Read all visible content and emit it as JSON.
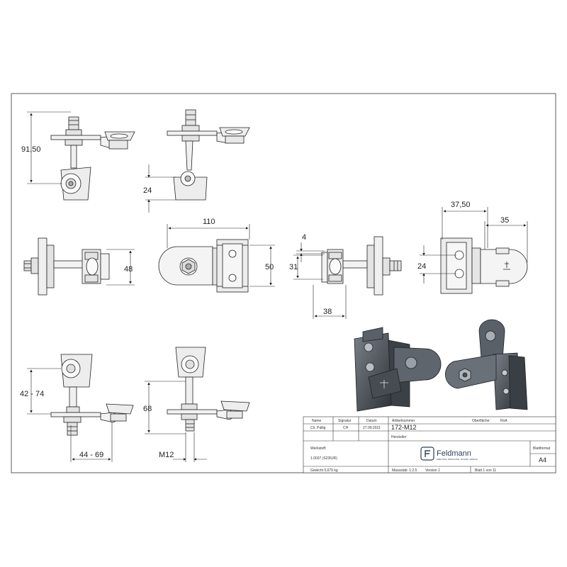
{
  "dimensions": {
    "d_91_50": "91,50",
    "d_24_top": "24",
    "d_110": "110",
    "d_48": "48",
    "d_50": "50",
    "d_4": "4",
    "d_31": "31",
    "d_38": "38",
    "d_37_50": "37,50",
    "d_35": "35",
    "d_24_right": "24",
    "d_42_74": "42 - 74",
    "d_44_69": "44 - 69",
    "d_68": "68",
    "d_m12": "M12"
  },
  "title_block": {
    "h_name": "Name",
    "h_signatur": "Signatur",
    "h_datum": "Datum",
    "h_artikelnummer": "Artikelnummer",
    "h_oberflaeche": "Oberfläche:",
    "v_oberflaeche": "RoA",
    "v_name": "Ch. Pallig",
    "v_signatur": "CH",
    "v_datum": "27.09.2021",
    "v_artikelnummer": "172-M12",
    "h_werkstoff": "Werkstoff:",
    "v_werkstoff": "1.0037 (S235JR)",
    "h_hersteller": "Hersteller",
    "brand_name": "Feldmann",
    "brand_tagline": "EDELSTAHL, BESCHLÄGE, TECHNIK, SERVICE",
    "h_blattformat": "Blattformat",
    "v_blattformat": "A4",
    "v_gewicht": "Gewicht 0,679 kg",
    "v_massstab": "Massstab: 1:2.5",
    "v_version": "Version 1",
    "v_blatt": "Blatt 1 von 11"
  },
  "colors": {
    "line": "#222222",
    "part_fill": "#d9d9d9",
    "render_dark": "#4a4f55",
    "logo_blue": "#2d3e5c"
  }
}
